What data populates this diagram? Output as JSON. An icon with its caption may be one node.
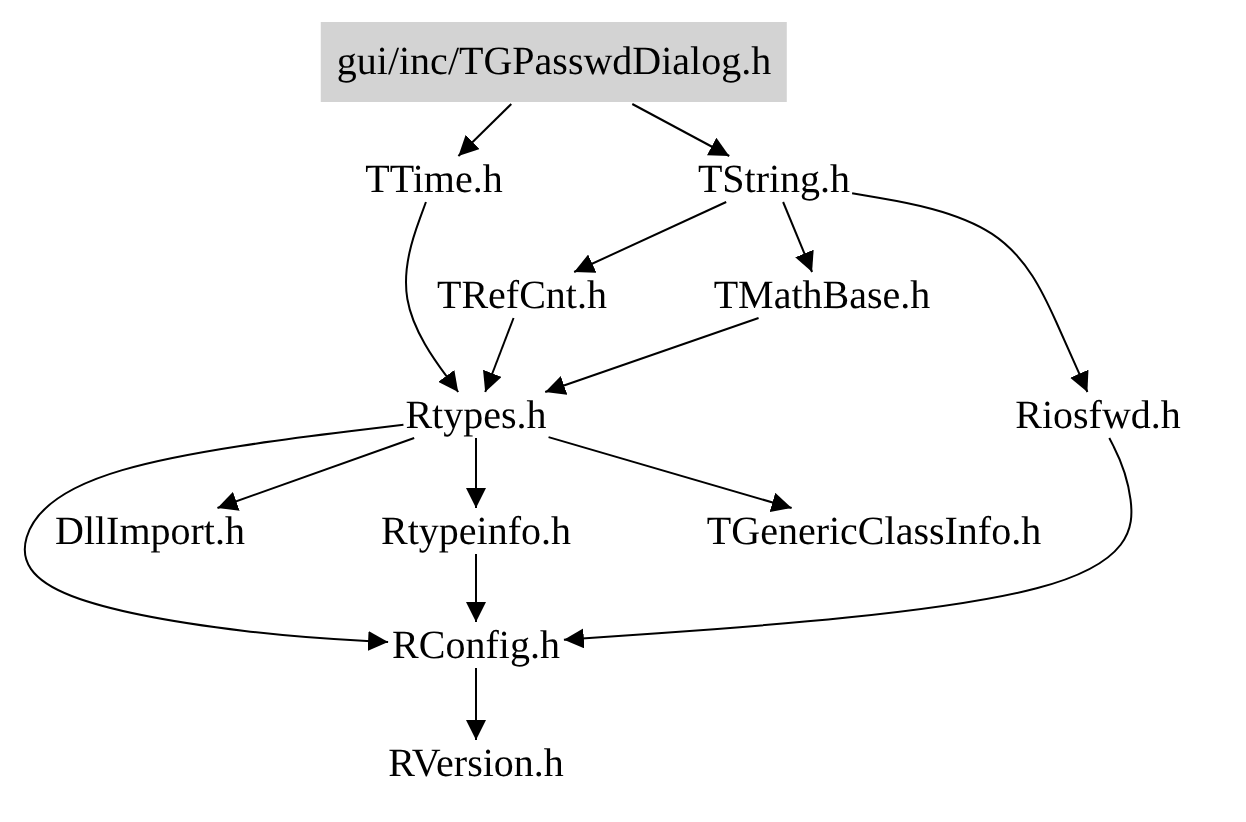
{
  "diagram": {
    "nodes": [
      {
        "text": [
          "gui/inc/TGPasswdDialog.h"
        ]
      },
      {
        "text": [
          "TTime.h"
        ]
      },
      {
        "text": [
          "TString.h"
        ]
      },
      {
        "text": [
          "TRefCnt.h"
        ]
      },
      {
        "text": [
          "TMathBase.h"
        ]
      },
      {
        "text": [
          "Rtypes.h"
        ]
      },
      {
        "text": [
          "Riosfwd.h"
        ]
      },
      {
        "text": [
          "DllImport.h"
        ]
      },
      {
        "text": [
          "Rtypeinfo.h"
        ]
      },
      {
        "text": [
          "TGenericClassInfo.h"
        ]
      },
      {
        "text": [
          "RConfig.h"
        ]
      },
      {
        "text": [
          "RVersion.h"
        ]
      }
    ],
    "edges": [
      {
        "from": 0,
        "to": 1,
        "arrow": "to"
      },
      {
        "from": 0,
        "to": 2,
        "arrow": "to"
      },
      {
        "from": 1,
        "to": 5,
        "arrow": "to"
      },
      {
        "from": 2,
        "to": 3,
        "arrow": "to"
      },
      {
        "from": 2,
        "to": 4,
        "arrow": "to"
      },
      {
        "from": 2,
        "to": 6,
        "arrow": "to"
      },
      {
        "from": 3,
        "to": 5,
        "arrow": "to"
      },
      {
        "from": 4,
        "to": 5,
        "arrow": "to"
      },
      {
        "from": 5,
        "to": 7,
        "arrow": "to"
      },
      {
        "from": 5,
        "to": 8,
        "arrow": "to"
      },
      {
        "from": 5,
        "to": 9,
        "arrow": "to"
      },
      {
        "from": 5,
        "to": 10,
        "arrow": "to"
      },
      {
        "from": 6,
        "to": 10,
        "arrow": "to"
      },
      {
        "from": 8,
        "to": 10,
        "arrow": "to"
      },
      {
        "from": 10,
        "to": 11,
        "arrow": "to"
      }
    ]
  }
}
